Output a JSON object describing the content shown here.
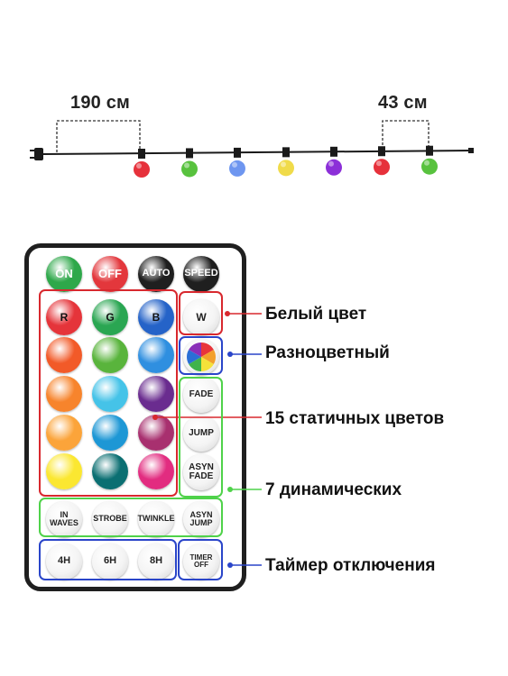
{
  "dimensions": {
    "lead_length": "190 см",
    "spacing": "43 см"
  },
  "bulb_colors": [
    "#e6313b",
    "#58c23e",
    "#6e96f0",
    "#f0db4a",
    "#8c2fd8",
    "#e6313b",
    "#58c23e"
  ],
  "remote": {
    "top_row": [
      {
        "label": "ON",
        "color": "#2ea84a",
        "name": "on-button"
      },
      {
        "label": "OFF",
        "color": "#e3373c",
        "name": "off-button"
      },
      {
        "label": "AUTO",
        "color": "#1f1f1f",
        "name": "auto-button"
      },
      {
        "label": "SPEED",
        "color": "#1f1f1f",
        "name": "speed-button"
      }
    ],
    "rgb_row": [
      {
        "label": "R",
        "color": "#e5343a"
      },
      {
        "label": "G",
        "color": "#2aa652"
      },
      {
        "label": "B",
        "color": "#2563c8"
      }
    ],
    "color_rows": [
      [
        "#f25a28",
        "#59b43c",
        "#2f8fe0"
      ],
      [
        "#f7842c",
        "#45c3e8",
        "#6a2c8f"
      ],
      [
        "#fba43a",
        "#1d97d5",
        "#a8306f"
      ],
      [
        "#fbe731",
        "#0b6f72",
        "#e22c80"
      ]
    ],
    "white_button": "W",
    "dynamic_buttons": [
      "FADE",
      "JUMP",
      "ASYN FADE"
    ],
    "bottom_modes": [
      "IN WAVES",
      "STROBE",
      "TWINKLE",
      "ASYN JUMP"
    ],
    "timer_buttons": [
      "4H",
      "6H",
      "8H",
      "TIMER OFF"
    ],
    "multicolor_wheel": [
      "#e8343a",
      "#f3a02c",
      "#f5e23a",
      "#3fb34a",
      "#2a6fd6",
      "#8a2fb8"
    ]
  },
  "callouts": {
    "white": "Белый цвет",
    "multicolor": "Разноцветный",
    "static": "15 статичных цветов",
    "dynamic": "7 динамических",
    "timer": "Таймер отключения"
  },
  "accent_colors": {
    "red": "#d8282e",
    "blue": "#2a45c9",
    "green": "#4fd24a"
  }
}
